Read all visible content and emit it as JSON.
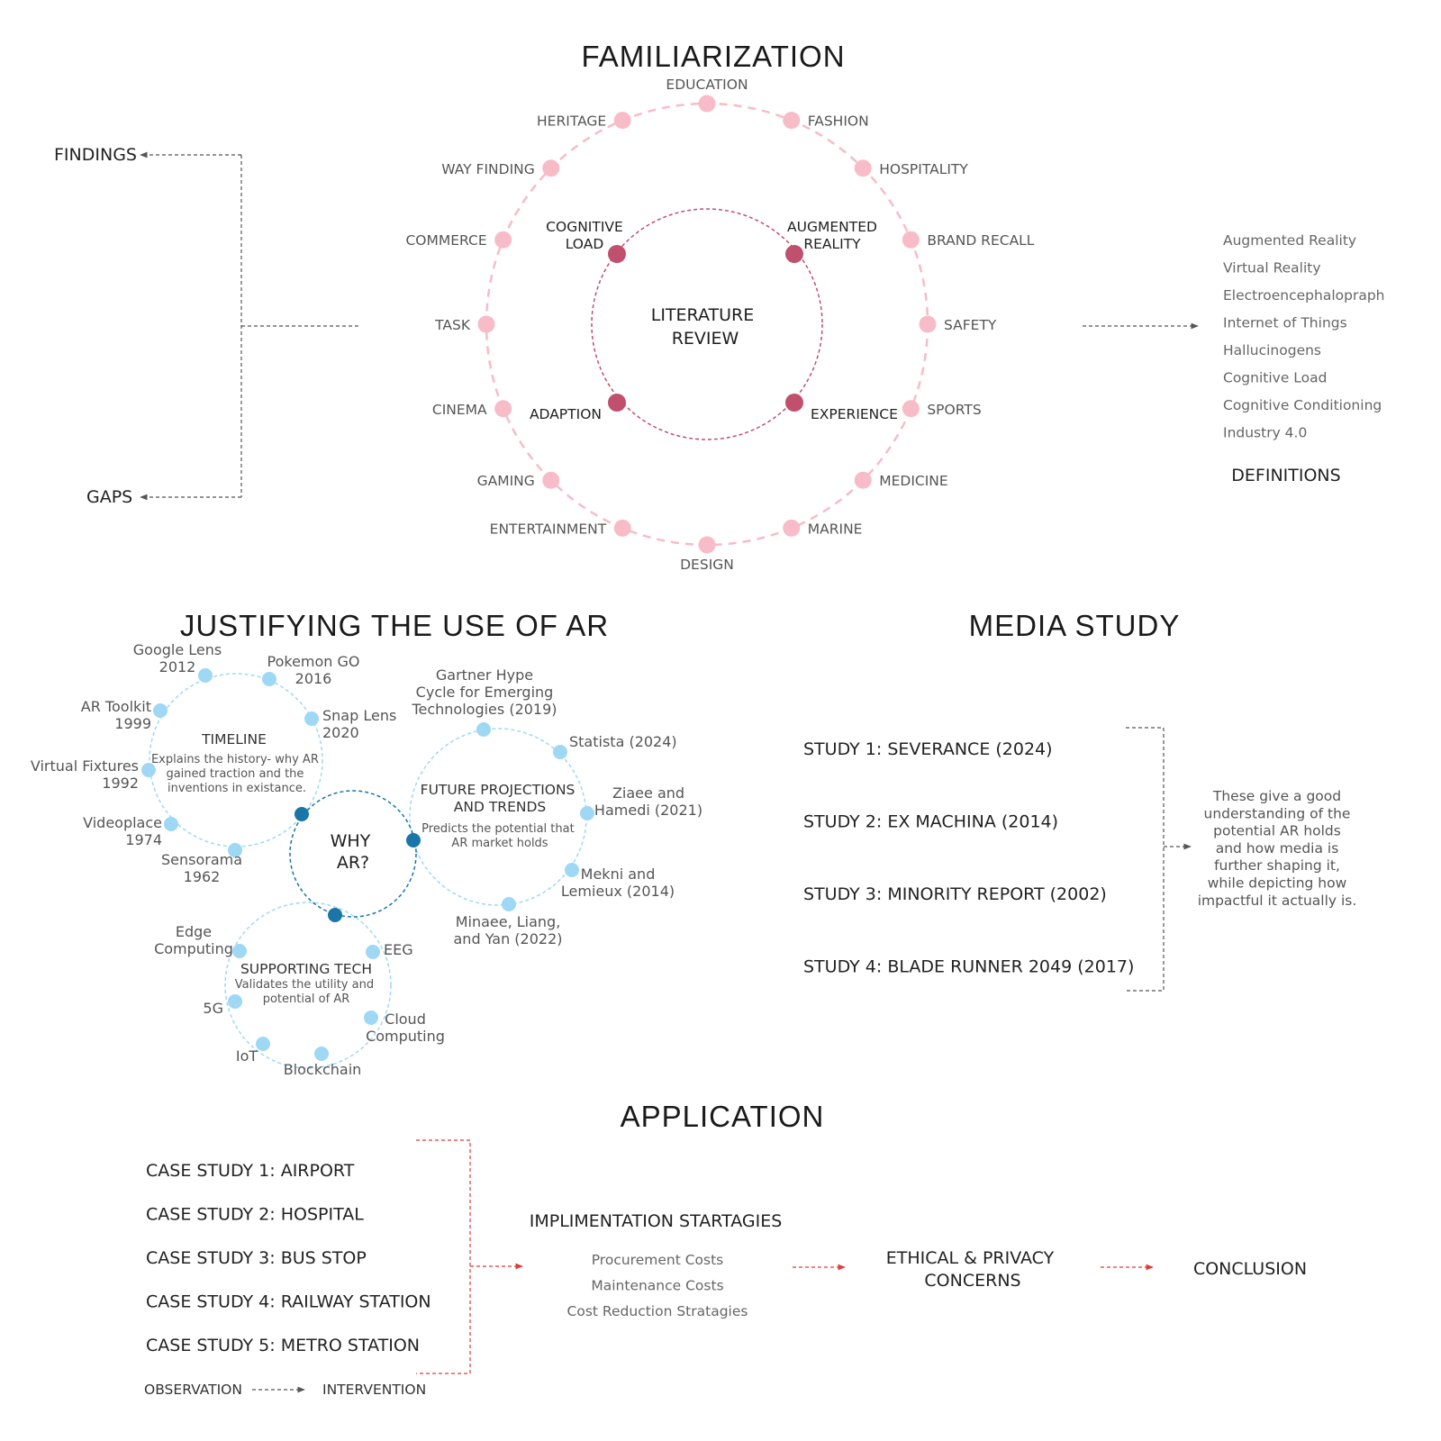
{
  "colors": {
    "pink_light": "#f7bcc8",
    "pink_dark": "#c0506e",
    "blue_light": "#9fd8f4",
    "blue_dark": "#1976a6",
    "red_arrow": "#e23b3b",
    "gray_line": "#555555"
  },
  "familiarization": {
    "title": "FAMILIARIZATION",
    "center_label": [
      "LITERATURE",
      "REVIEW"
    ],
    "inner_nodes": [
      {
        "label": [
          "COGNITIVE",
          "LOAD"
        ]
      },
      {
        "label": [
          "AUGMENTED",
          "REALITY"
        ]
      },
      {
        "label": [
          "ADAPTION"
        ]
      },
      {
        "label": [
          "EXPERIENCE"
        ]
      }
    ],
    "outer_nodes": [
      "EDUCATION",
      "FASHION",
      "HOSPITALITY",
      "BRAND RECALL",
      "SAFETY",
      "SPORTS",
      "MEDICINE",
      "MARINE",
      "DESIGN",
      "ENTERTAINMENT",
      "GAMING",
      "CINEMA",
      "TASK",
      "COMMERCE",
      "WAY FINDING",
      "HERITAGE"
    ],
    "findings_label": "FINDINGS",
    "gaps_label": "GAPS",
    "definitions": {
      "title": "DEFINITIONS",
      "items": [
        "Augmented Reality",
        "Virtual Reality",
        "Electroencephalopraph",
        "Internet of Things",
        "Hallucinogens",
        "Cognitive Load",
        "Cognitive Conditioning",
        "Industry 4.0"
      ]
    }
  },
  "justifying": {
    "title": "JUSTIFYING THE USE OF AR",
    "center_label": [
      "WHY",
      "AR?"
    ],
    "timeline": {
      "title": "TIMELINE",
      "desc": [
        "Explains the history- why AR",
        "gained traction and the",
        "inventions in existance."
      ],
      "nodes": [
        [
          "Google Lens",
          "2012"
        ],
        [
          "Pokemon GO",
          "2016"
        ],
        [
          "Snap Lens",
          "2020"
        ],
        [
          "AR Toolkit",
          "1999"
        ],
        [
          "Virtual Fixtures",
          "1992"
        ],
        [
          "Videoplace",
          "1974"
        ],
        [
          "Sensorama",
          "1962"
        ]
      ]
    },
    "future": {
      "title": [
        "FUTURE PROJECTIONS",
        "AND TRENDS"
      ],
      "desc": [
        "Predicts the potential that",
        "AR market holds"
      ],
      "nodes": [
        [
          "Gartner Hype",
          "Cycle for Emerging",
          "Technologies (2019)"
        ],
        [
          "Statista (2024)"
        ],
        [
          "Ziaee and",
          "Hamedi (2021)"
        ],
        [
          "Mekni and",
          "Lemieux (2014)"
        ],
        [
          "Minaee, Liang,",
          "and Yan (2022)"
        ]
      ]
    },
    "support": {
      "title": "SUPPORTING TECH",
      "desc": [
        "Validates the utility and",
        "potential of AR"
      ],
      "nodes": [
        [
          "Edge",
          "Computing"
        ],
        [
          "EEG"
        ],
        [
          "5G"
        ],
        [
          "Cloud",
          "Computing"
        ],
        [
          "IoT"
        ],
        [
          "Blockchain"
        ]
      ]
    }
  },
  "media_study": {
    "title": "MEDIA STUDY",
    "studies": [
      "STUDY  1: SEVERANCE (2024)",
      "STUDY  2: EX MACHINA (2014)",
      "STUDY  3: MINORITY REPORT (2002)",
      "STUDY  4: BLADE RUNNER 2049 (2017)"
    ],
    "note": [
      "These give a good",
      "understanding of the",
      "potential AR holds",
      "and how media is",
      "further shaping it,",
      "while depicting how",
      "impactful it actually is."
    ]
  },
  "application": {
    "title": "APPLICATION",
    "case_studies": [
      "CASE STUDY  1: AIRPORT",
      "CASE STUDY  2: HOSPITAL",
      "CASE STUDY  3: BUS STOP",
      "CASE STUDY  4: RAILWAY STATION",
      "CASE STUDY  5: METRO STATION"
    ],
    "strategies_title": "IMPLIMENTATION STARTAGIES",
    "strategies": [
      "Procurement Costs",
      "Maintenance Costs",
      "Cost Reduction Stratagies"
    ],
    "ethics": [
      "ETHICAL & PRIVACY",
      "CONCERNS"
    ],
    "conclusion": "CONCLUSION",
    "observation": "OBSERVATION",
    "intervention": "INTERVENTION"
  }
}
